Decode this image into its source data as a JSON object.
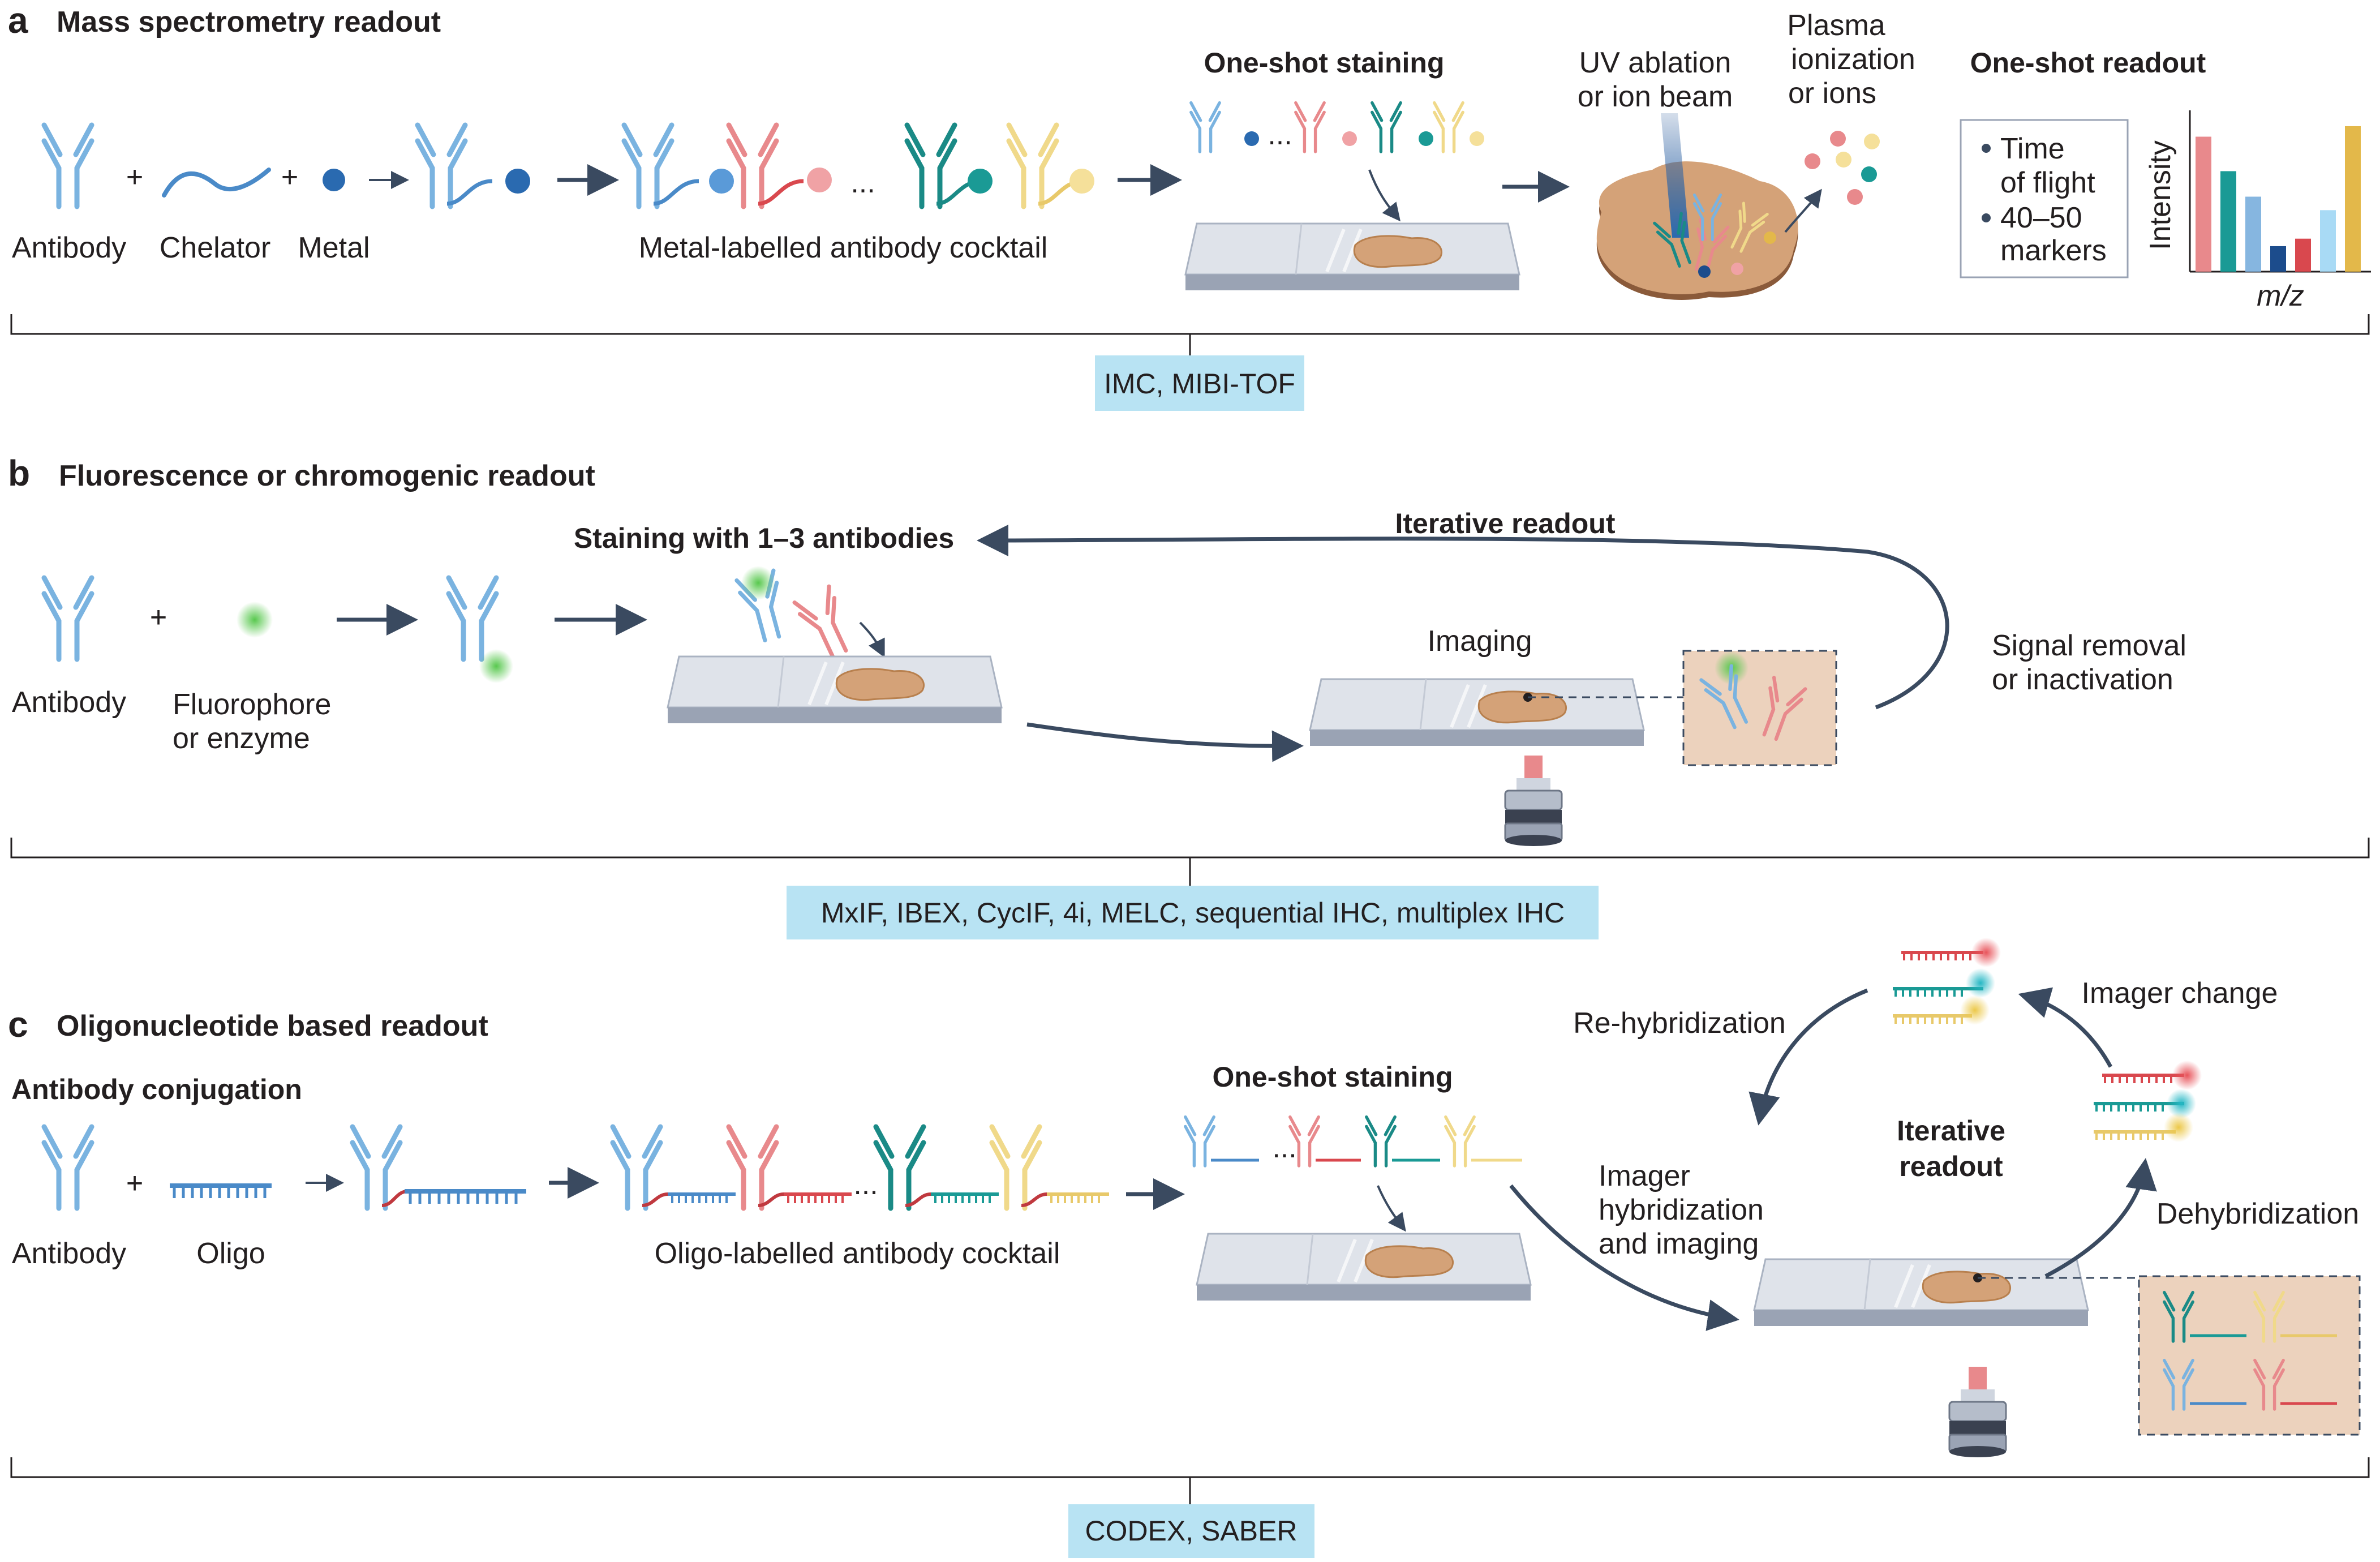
{
  "panels": {
    "a": {
      "letter": "a",
      "title": "Mass spectrometry readout",
      "antibody": "Antibody",
      "chelator": "Chelator",
      "metal": "Metal",
      "plus": "+",
      "ellipsis": "...",
      "cocktail": "Metal-labelled antibody cocktail",
      "staining": "One-shot staining",
      "ablation": [
        "UV ablation",
        "or ion beam"
      ],
      "plasma": [
        "Plasma",
        "ionization",
        "or ions"
      ],
      "readout": "One-shot readout",
      "box_items": [
        "Time",
        "of flight",
        "40–50",
        "markers"
      ],
      "ylabel": "Intensity",
      "xlabel": "m/z",
      "methods": "IMC, MIBI-TOF"
    },
    "b": {
      "letter": "b",
      "title": "Fluorescence or chromogenic readout",
      "antibody": "Antibody",
      "plus": "+",
      "fluorophore": [
        "Fluorophore",
        "or enzyme"
      ],
      "staining": "Staining with 1–3 antibodies",
      "iterative": "Iterative readout",
      "imaging": "Imaging",
      "removal": [
        "Signal removal",
        "or inactivation"
      ],
      "methods": "MxIF, IBEX, CycIF, 4i, MELC, sequential IHC, multiplex IHC"
    },
    "c": {
      "letter": "c",
      "title": "Oligonucleotide based readout",
      "conjugation": "Antibody conjugation",
      "antibody": "Antibody",
      "oligo": "Oligo",
      "plus": "+",
      "ellipsis": "...",
      "cocktail": "Oligo-labelled antibody cocktail",
      "staining": "One-shot staining",
      "rehyb": "Re-hybridization",
      "imager_change": "Imager change",
      "imager_hyb": [
        "Imager",
        "hybridization",
        "and imaging"
      ],
      "iterative": [
        "Iterative",
        "readout"
      ],
      "dehyb": "Dehybridization",
      "methods": "CODEX, SABER"
    }
  },
  "chart_data": {
    "type": "bar",
    "title": "",
    "xlabel": "m/z",
    "ylabel": "Intensity",
    "categories": [
      "",
      "",
      "",
      "",
      "",
      "",
      ""
    ],
    "values": [
      90,
      67,
      50,
      17,
      22,
      41,
      97
    ],
    "colors": [
      "#e8898c",
      "#1a9a95",
      "#86b6e0",
      "#1c4c8c",
      "#d9484e",
      "#a8daf5",
      "#e3b84a"
    ],
    "ylim": [
      0,
      100
    ],
    "grid": false,
    "legend": "none"
  },
  "colors": {
    "antibody_blue": "#7ab3e0",
    "antibody_red": "#e8898c",
    "antibody_teal": "#1a8a86",
    "antibody_yellow": "#f0d98a",
    "arrow": "#3a4a60",
    "method_box": "#b8e3f3",
    "tissue": "#d4a278"
  },
  "icons": [
    "antibody-icon",
    "chelator-icon",
    "metal-bead-icon",
    "fluorophore-icon",
    "oligo-icon",
    "slide-icon",
    "microscope-objective-icon"
  ]
}
